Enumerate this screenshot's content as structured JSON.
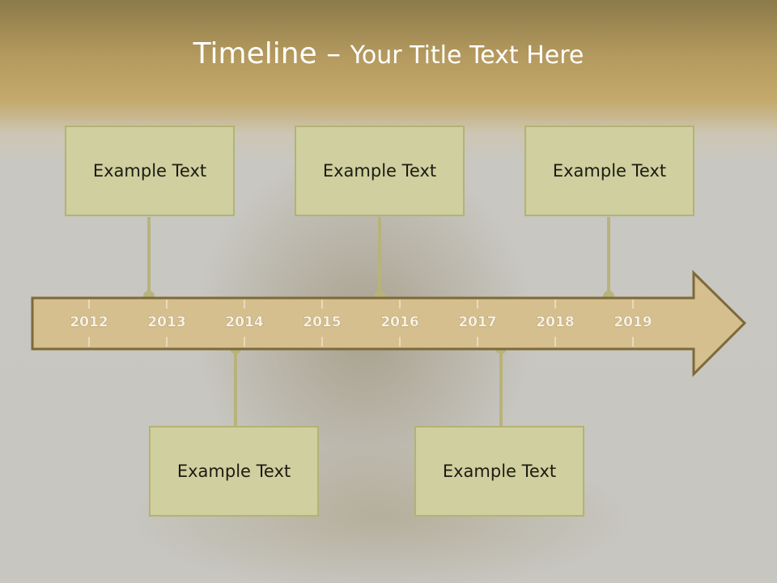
{
  "slide": {
    "title_main": "Timeline – ",
    "title_sub": "Your Title Text Here"
  },
  "timeline": {
    "years": [
      "2012",
      "2013",
      "2014",
      "2015",
      "2016",
      "2017",
      "2018",
      "2019"
    ],
    "events_top": [
      {
        "text": "Example Text"
      },
      {
        "text": "Example Text"
      },
      {
        "text": "Example Text"
      }
    ],
    "events_bottom": [
      {
        "text": "Example Text"
      },
      {
        "text": "Example Text"
      }
    ]
  },
  "colors": {
    "arrow_fill": "#d6bf8e",
    "arrow_stroke": "#7d6a3a",
    "box_fill": "#cfcf9f",
    "box_border": "#b3b374",
    "connector": "#b8b37a",
    "title_text": "#ffffff"
  }
}
